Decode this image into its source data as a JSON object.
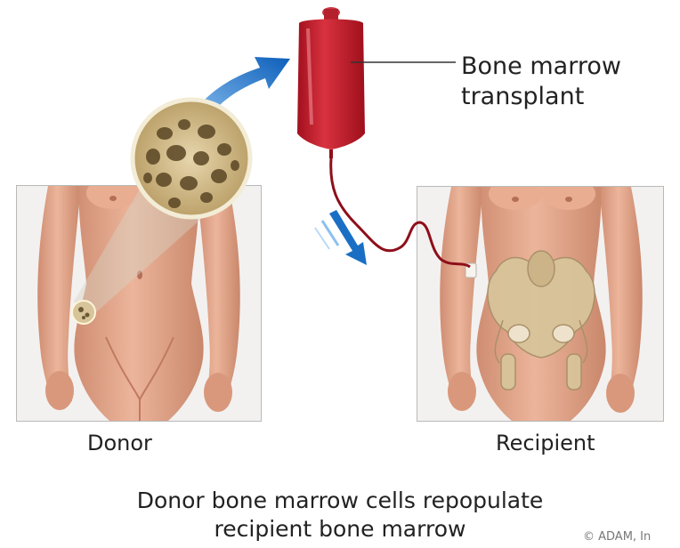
{
  "labels": {
    "bag_line1": "Bone marrow",
    "bag_line2": "transplant",
    "donor": "Donor",
    "recipient": "Recipient"
  },
  "caption": {
    "line1": "Donor bone marrow cells repopulate",
    "line2": "recipient bone marrow"
  },
  "copyright": "© ADAM, In",
  "icons": [
    "blood-bag-icon",
    "arrow-icon",
    "magnified-bone-icon",
    "pelvis-icon"
  ],
  "colors": {
    "skin": "#e3a98d",
    "blood": "#c41e2e",
    "arrow": "#1a6fc4",
    "bone": "#d8c49a"
  }
}
